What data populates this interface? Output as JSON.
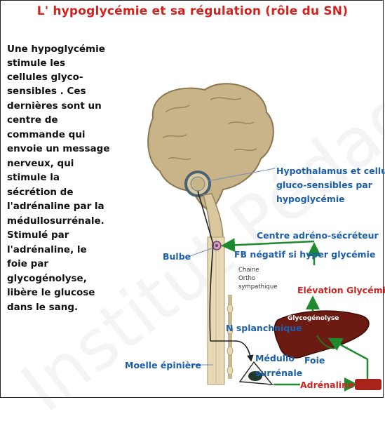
{
  "title": "L' hypoglycémie et sa régulation (rôle du SN)",
  "explanation_lines": [
    "Une hypoglycémie",
    "stimule les",
    "cellules glyco-",
    "sensibles . Ces",
    "dernières sont un",
    "centre de",
    "commande qui",
    "envoie un message",
    "nerveux, qui",
    "stimule la",
    "sécrétion de",
    "l'adrénaline par la",
    "médullosurrénale.",
    "Stimulé par",
    "l'adrénaline, le",
    "foie par",
    "glycogénolyse,",
    "libère le glucose",
    "dans le sang."
  ],
  "labels": {
    "hypothalamus_1": "Hypothalamus et cellules",
    "hypothalamus_2": "gluco-sensibles par",
    "hypothalamus_3": "hypoglycémie",
    "centre": "Centre adréno-sécréteur",
    "fb": "FB négatif si hyper glycémie",
    "bulbe": "Bulbe",
    "chaine_1": "Chaine",
    "chaine_2": "Ortho",
    "chaine_3": "sympathique",
    "elevation": "Elévation Glycémie",
    "glycogenolyse": "Glycogénolyse",
    "n_splanchnique": "N splanchnique",
    "moelle": "Moelle épinière",
    "medullo_1": "Médullo",
    "medullo_2": "surrénale",
    "foie": "Foie",
    "adrenaline": "Adrénaline"
  },
  "watermark": "Institut Pédagogique",
  "colors": {
    "title": "#d2231f",
    "blue_label": "#1b5fb0",
    "arrow_green": "#1e8a2e",
    "liver": "#6b1b12",
    "brain": "#c9b48a"
  }
}
